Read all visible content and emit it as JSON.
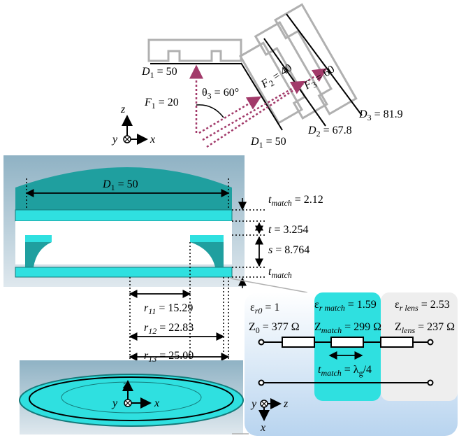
{
  "top_diagram": {
    "d1_top": {
      "sym": "D",
      "sub": "1",
      "eq": " = 50"
    },
    "f1": {
      "sym": "F",
      "sub": "1",
      "eq": " = 20"
    },
    "theta3": {
      "sym": "θ",
      "sub": "3",
      "eq": " = 60°"
    },
    "f2": {
      "sym": "F",
      "sub": "2",
      "eq": " = 40"
    },
    "f3": {
      "sym": "F",
      "sub": "3",
      "eq": " = 60"
    },
    "d3": {
      "sym": "D",
      "sub": "3",
      "eq": " = 81.9"
    },
    "d2": {
      "sym": "D",
      "sub": "2",
      "eq": " = 67.8"
    },
    "d1_rot": {
      "sym": "D",
      "sub": "1",
      "eq": " = 50"
    },
    "axes": {
      "z": "z",
      "x": "x",
      "y": "y"
    }
  },
  "lens_section": {
    "d1": {
      "sym": "D",
      "sub": "1",
      "eq": " = 50"
    },
    "t_match": {
      "sym": "t",
      "sub": "match",
      "eq": " = 2.12"
    },
    "t": {
      "sym": "t",
      "eq": " = 3.254"
    },
    "s": {
      "sym": "s",
      "eq": " = 8.764"
    },
    "t_match2": {
      "sym": "t",
      "sub": "match"
    },
    "r11": {
      "sym": "r",
      "sub": "11",
      "eq": " = 15.29"
    },
    "r12": {
      "sym": "r",
      "sub": "12",
      "eq": " = 22.83"
    },
    "r13": {
      "sym": "r",
      "sub": "13",
      "eq": " = 25.00"
    },
    "axes": {
      "z": "z",
      "x": "x",
      "y": "y"
    }
  },
  "circuit": {
    "eps0": {
      "sym": "ε",
      "sub": "r0",
      "eq": " = 1"
    },
    "eps_match": {
      "sym": "ε",
      "sub": "r match",
      "eq": " = 1.59"
    },
    "eps_lens": {
      "sym": "ε",
      "sub": "r lens",
      "eq": " = 2.53"
    },
    "z0": {
      "sym": "Z",
      "sub": "0",
      "eq": " = 377 Ω"
    },
    "zmatch": {
      "sym": "Z",
      "sub": "match",
      "eq": " = 299 Ω"
    },
    "zlens": {
      "sym": "Z",
      "sub": "lens",
      "eq": " = 237 Ω"
    },
    "tmatch": {
      "sym": "t",
      "sub": "match",
      "eq": " = λ",
      "sub2": "g",
      "eq2": "/4"
    },
    "axes": {
      "y": "y",
      "z": "z",
      "x": "x"
    }
  },
  "colors": {
    "cyan": "#2fe0e0",
    "teal": "#1f9f9f",
    "dotted": "#a23a6a",
    "grey": "#b0b0b0"
  }
}
